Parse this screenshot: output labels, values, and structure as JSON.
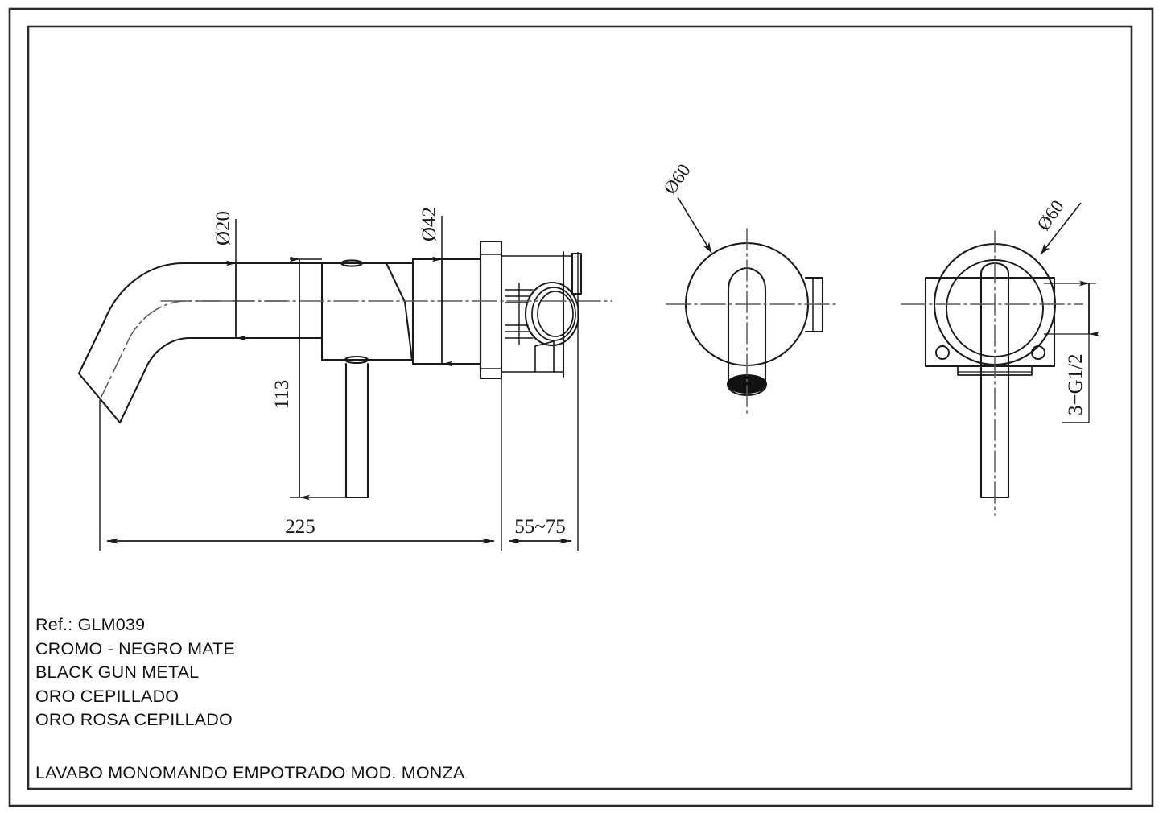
{
  "sheet": {
    "background": "#ffffff",
    "line_color": "#1a1a1a",
    "border": {
      "outer": "outer-frame",
      "inner": "inner-frame"
    }
  },
  "drawing": {
    "type": "technical-orthographic-drawing",
    "subject": "wall-mounted single-lever basin mixer tap",
    "views": [
      {
        "name": "side-elevation",
        "label": ""
      },
      {
        "name": "spout-front-view",
        "label": ""
      },
      {
        "name": "valve-front-view",
        "label": ""
      }
    ]
  },
  "dimensions": {
    "spout_diameter": "Ø20",
    "body_diameter": "Ø42",
    "spout_height": "113",
    "projection": "225",
    "wall_depth": "55~75",
    "escutcheon_spout": "Ø60",
    "escutcheon_valve": "Ø60",
    "thread": "3−G1/2"
  },
  "spec": {
    "reference": "Ref.: GLM039",
    "finishes": [
      "CROMO - NEGRO MATE",
      "BLACK GUN METAL",
      "ORO CEPILLADO",
      "ORO ROSA CEPILLADO"
    ],
    "title": "LAVABO MONOMANDO EMPOTRADO MOD. MONZA"
  }
}
